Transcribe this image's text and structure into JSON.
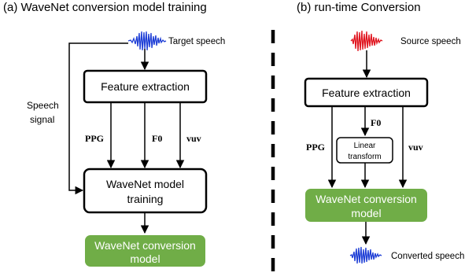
{
  "panel_a": {
    "title": "(a) WaveNet conversion model training",
    "target_label": "Target speech",
    "feature_box": "Feature extraction",
    "speech_signal_line1": "Speech",
    "speech_signal_line2": "signal",
    "ppg": "PPG",
    "f0": "F0",
    "vuv": "vuv",
    "training_line1": "WaveNet model",
    "training_line2": "training",
    "model_line1": "WaveNet conversion",
    "model_line2": "model"
  },
  "panel_b": {
    "title": "(b) run-time Conversion",
    "source_label": "Source speech",
    "feature_box": "Feature extraction",
    "f0": "F0",
    "ppg": "PPG",
    "vuv": "vuv",
    "linear_line1": "Linear",
    "linear_line2": "transform",
    "model_line1": "WaveNet conversion",
    "model_line2": "model",
    "converted_label": "Converted speech"
  },
  "colors": {
    "target_wave": "#1f3fd6",
    "source_wave": "#e0141e",
    "converted_wave": "#1f3fd6",
    "model_box": "#70ad47",
    "model_text": "#ffffff",
    "line": "#000000"
  },
  "icons": [
    "waveform-icon"
  ]
}
